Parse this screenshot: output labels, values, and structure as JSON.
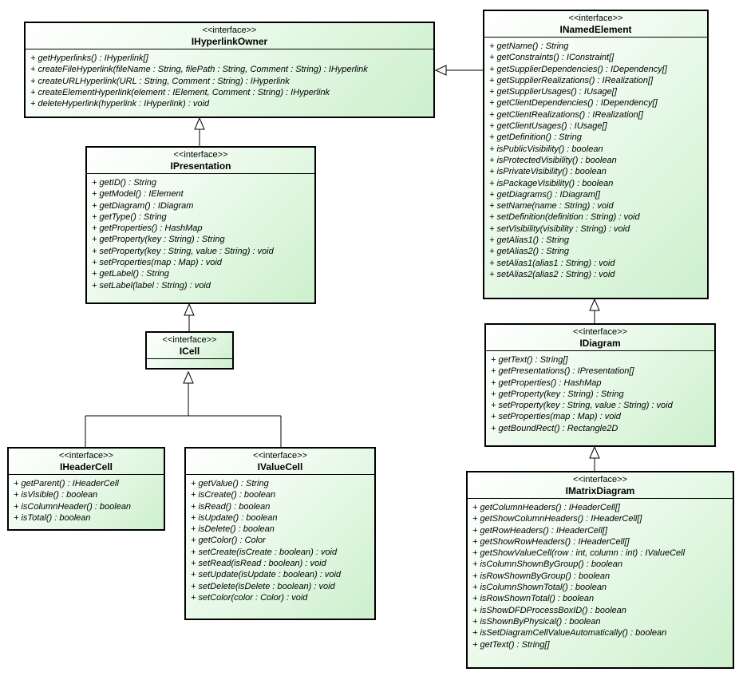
{
  "diagram_type": "uml-class-diagram",
  "colors": {
    "box_fill_start": "#ffffff",
    "box_fill_end": "#cdf0cd",
    "border": "#000000",
    "background": "#ffffff"
  },
  "classes": {
    "hyperlink_owner": {
      "stereotype": "<<interface>>",
      "name": "IHyperlinkOwner",
      "methods": [
        "+ getHyperlinks() : IHyperlink[]",
        "+ createFileHyperlink(fileName : String, filePath : String, Comment : String) : IHyperlink",
        "+ createURLHyperlink(URL : String, Comment : String) : IHyperlink",
        "+ createElementHyperlink(element : IElement, Comment : String) : IHyperlink",
        "+ deleteHyperlink(hyperlink : IHyperlink) : void"
      ]
    },
    "named_element": {
      "stereotype": "<<interface>>",
      "name": "INamedElement",
      "methods": [
        "+ getName() : String",
        "+ getConstraints() : IConstraint[]",
        "+ getSupplierDependencies() : IDependency[]",
        "+ getSupplierRealizations() : IRealization[]",
        "+ getSupplierUsages() : IUsage[]",
        "+ getClientDependencies() : IDependency[]",
        "+ getClientRealizations() : IRealization[]",
        "+ getClientUsages() : IUsage[]",
        "+ getDefinition() : String",
        "+ isPublicVisibility() : boolean",
        "+ isProtectedVisibility() : boolean",
        "+ isPrivateVisibility() : boolean",
        "+ isPackageVisibility() : boolean",
        "+ getDiagrams() : IDiagram[]",
        "+ setName(name : String) : void",
        "+ setDefinition(definition : String) : void",
        "+ setVisibility(visibility : String) : void",
        "+ getAlias1() : String",
        "+ getAlias2() : String",
        "+ setAlias1(alias1 : String) : void",
        "+ setAlias2(alias2 : String) : void"
      ]
    },
    "presentation": {
      "stereotype": "<<interface>>",
      "name": "IPresentation",
      "methods": [
        "+ getID() : String",
        "+ getModel() : IElement",
        "+ getDiagram() : IDiagram",
        "+ getType() : String",
        "+ getProperties() : HashMap",
        "+ getProperty(key : String) : String",
        "+ setProperty(key : String, value : String) : void",
        "+ setProperties(map : Map) : void",
        "+ getLabel() : String",
        "+ setLabel(label : String) : void"
      ]
    },
    "cell": {
      "stereotype": "<<interface>>",
      "name": "ICell",
      "methods": []
    },
    "header_cell": {
      "stereotype": "<<interface>>",
      "name": "IHeaderCell",
      "methods": [
        "+ getParent() : IHeaderCell",
        "+ isVisible() : boolean",
        "+ isColumnHeader() : boolean",
        "+ isTotal() : boolean"
      ]
    },
    "value_cell": {
      "stereotype": "<<interface>>",
      "name": "IValueCell",
      "methods": [
        "+ getValue() : String",
        "+ isCreate() : boolean",
        "+ isRead() : boolean",
        "+ isUpdate() : boolean",
        "+ isDelete() : boolean",
        "+ getColor() : Color",
        "+ setCreate(isCreate : boolean) : void",
        "+ setRead(isRead : boolean) : void",
        "+ setUpdate(isUpdate : boolean) : void",
        "+ setDelete(isDelete : boolean) : void",
        "+ setColor(color : Color) : void"
      ]
    },
    "idiagram": {
      "stereotype": "<<interface>>",
      "name": "IDiagram",
      "methods": [
        "+ getText() : String[]",
        "+ getPresentations() : IPresentation[]",
        "+ getProperties() : HashMap",
        "+ getProperty(key : String) : String",
        "+ setProperty(key : String, value : String) : void",
        "+ setProperties(map : Map) : void",
        "+ getBoundRect() : Rectangle2D"
      ]
    },
    "matrix_diagram": {
      "stereotype": "<<interface>>",
      "name": "IMatrixDiagram",
      "methods": [
        "+ getColumnHeaders() : IHeaderCell[]",
        "+ getShowColumnHeaders() : IHeaderCell[]",
        "+ getRowHeaders() : IHeaderCell[]",
        "+ getShowRowHeaders() : IHeaderCell[]",
        "+ getShowValueCell(row : int, column : int) : IValueCell",
        "+ isColumnShownByGroup() : boolean",
        "+ isRowShownByGroup() : boolean",
        "+ isColumnShownTotal() : boolean",
        "+ isRowShownTotal() : boolean",
        "+ isShowDFDProcessBoxID() : boolean",
        "+ isShownByPhysical() : boolean",
        "+ isSetDiagramCellValueAutomatically() : boolean",
        "+ getText() : String[]"
      ]
    }
  },
  "relationships": [
    {
      "type": "generalization",
      "from": "IPresentation",
      "to": "IHyperlinkOwner"
    },
    {
      "type": "generalization",
      "from": "INamedElement",
      "to": "IHyperlinkOwner"
    },
    {
      "type": "generalization",
      "from": "ICell",
      "to": "IPresentation"
    },
    {
      "type": "generalization",
      "from": "IHeaderCell",
      "to": "ICell"
    },
    {
      "type": "generalization",
      "from": "IValueCell",
      "to": "ICell"
    },
    {
      "type": "generalization",
      "from": "IDiagram",
      "to": "INamedElement"
    },
    {
      "type": "generalization",
      "from": "IMatrixDiagram",
      "to": "IDiagram"
    }
  ]
}
